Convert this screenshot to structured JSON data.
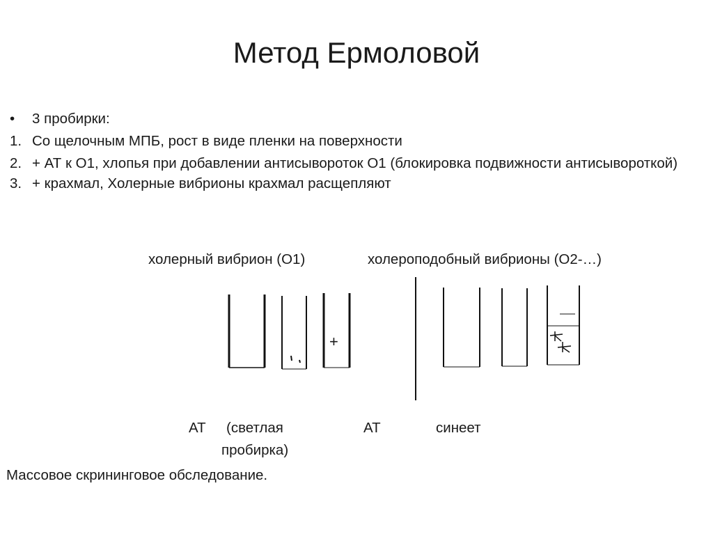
{
  "slide": {
    "title": "Метод Ермоловой",
    "bullet_marker": "•",
    "bullet": "3 пробирки:",
    "items": [
      {
        "marker": "1.",
        "text": "Со щелочным МПБ, рост в виде пленки на поверхности"
      },
      {
        "marker": "2.",
        "text": "+ АТ к О1, хлопья при добавлении антисывороток О1 (блокировка подвижности антисывороткой)"
      },
      {
        "marker": "3.",
        "text": "+ крахмал, Холерные вибрионы крахмал расщепляют"
      }
    ],
    "diagram": {
      "label_left": "холерный вибрион (О1)",
      "label_right": "холероподобный вибрионы (О2-…)",
      "tube3_mark": "+"
    },
    "captions": {
      "at_left": "АТ",
      "light_tube_1": "(светлая",
      "light_tube_2": "пробирка)",
      "at_right": "АТ",
      "blue": "синеет"
    },
    "footer": "Массовое скрининговое обследование."
  }
}
